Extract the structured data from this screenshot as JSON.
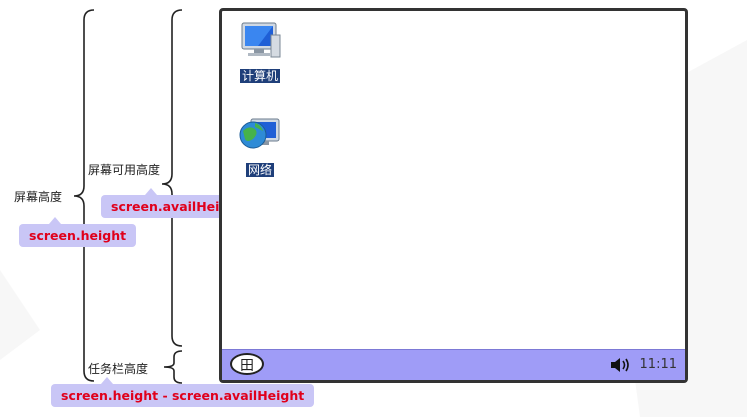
{
  "labels": {
    "screen_height_cn": "屏幕高度",
    "avail_height_cn": "屏幕可用高度",
    "taskbar_height_cn": "任务栏高度"
  },
  "tags": {
    "screen_height": "screen.height",
    "avail_height": "screen.availHeight",
    "taskbar_height": "screen.height - screen.availHeight"
  },
  "desktop": {
    "icons": [
      {
        "label": "计算机",
        "icon": "computer-icon"
      },
      {
        "label": "网络",
        "icon": "network-globe-icon"
      }
    ]
  },
  "taskbar": {
    "start_glyph": "田",
    "volume_icon": "speaker-icon",
    "clock": "11:11"
  },
  "colors": {
    "tag_bg": "#c9c6f6",
    "tag_text": "#e0001b",
    "taskbar": "#9f9cf7"
  }
}
